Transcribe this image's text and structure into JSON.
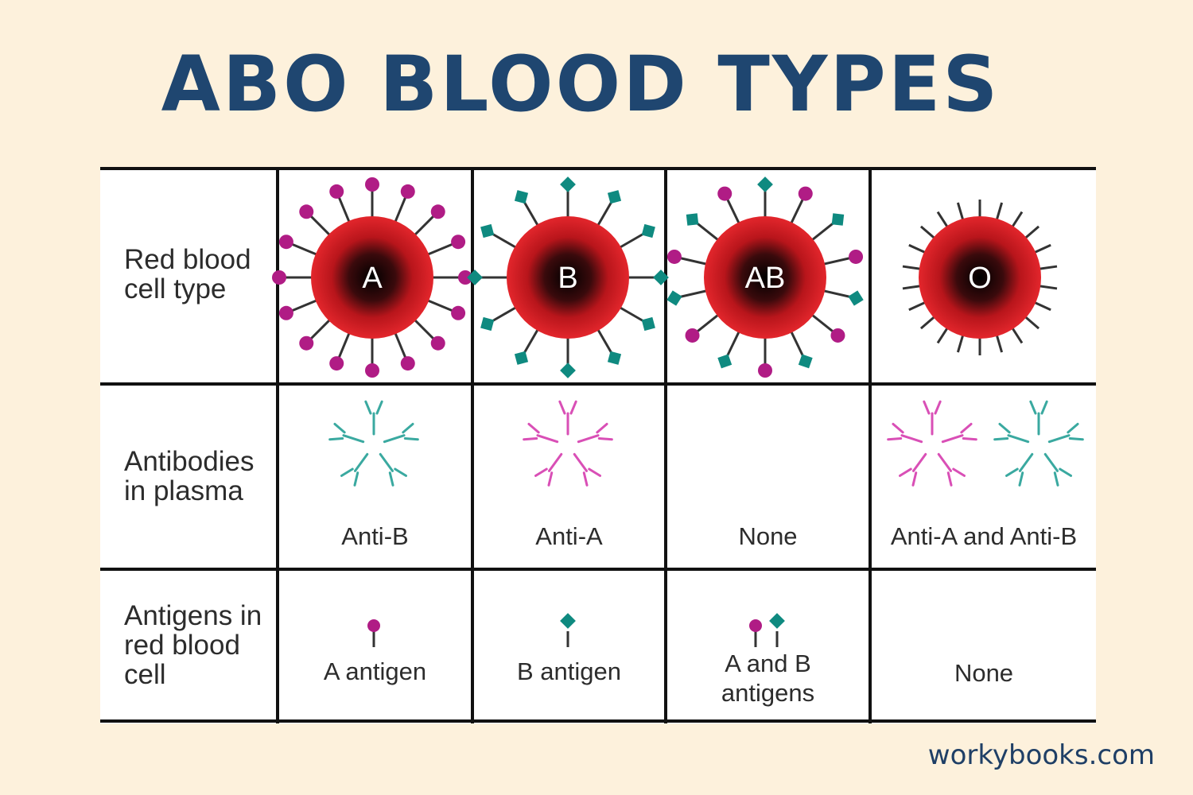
{
  "title": "ABO BLOOD TYPES",
  "rows": [
    {
      "label": "Red blood\ncell type"
    },
    {
      "label": "Antibodies\nin plasma"
    },
    {
      "label": "Antigens in\nred blood\ncell"
    }
  ],
  "columns": [
    {
      "cell_type": "A",
      "antibodies": "Anti-B",
      "antigens": "A antigen"
    },
    {
      "cell_type": "B",
      "antibodies": "Anti-A",
      "antigens": "B antigen"
    },
    {
      "cell_type": "AB",
      "antibodies": "None",
      "antigens": "A and B\nantigens"
    },
    {
      "cell_type": "O",
      "antibodies": "Anti-A and Anti-B",
      "antigens": "None"
    }
  ],
  "footer": "workybooks.com",
  "colors": {
    "title": "#1f4670",
    "cell_red": "#e3262c",
    "antigen_a": "#b01c85",
    "antigen_b": "#0f8a80",
    "anti_a": "#d94fb6",
    "anti_b": "#3aa9a0"
  }
}
